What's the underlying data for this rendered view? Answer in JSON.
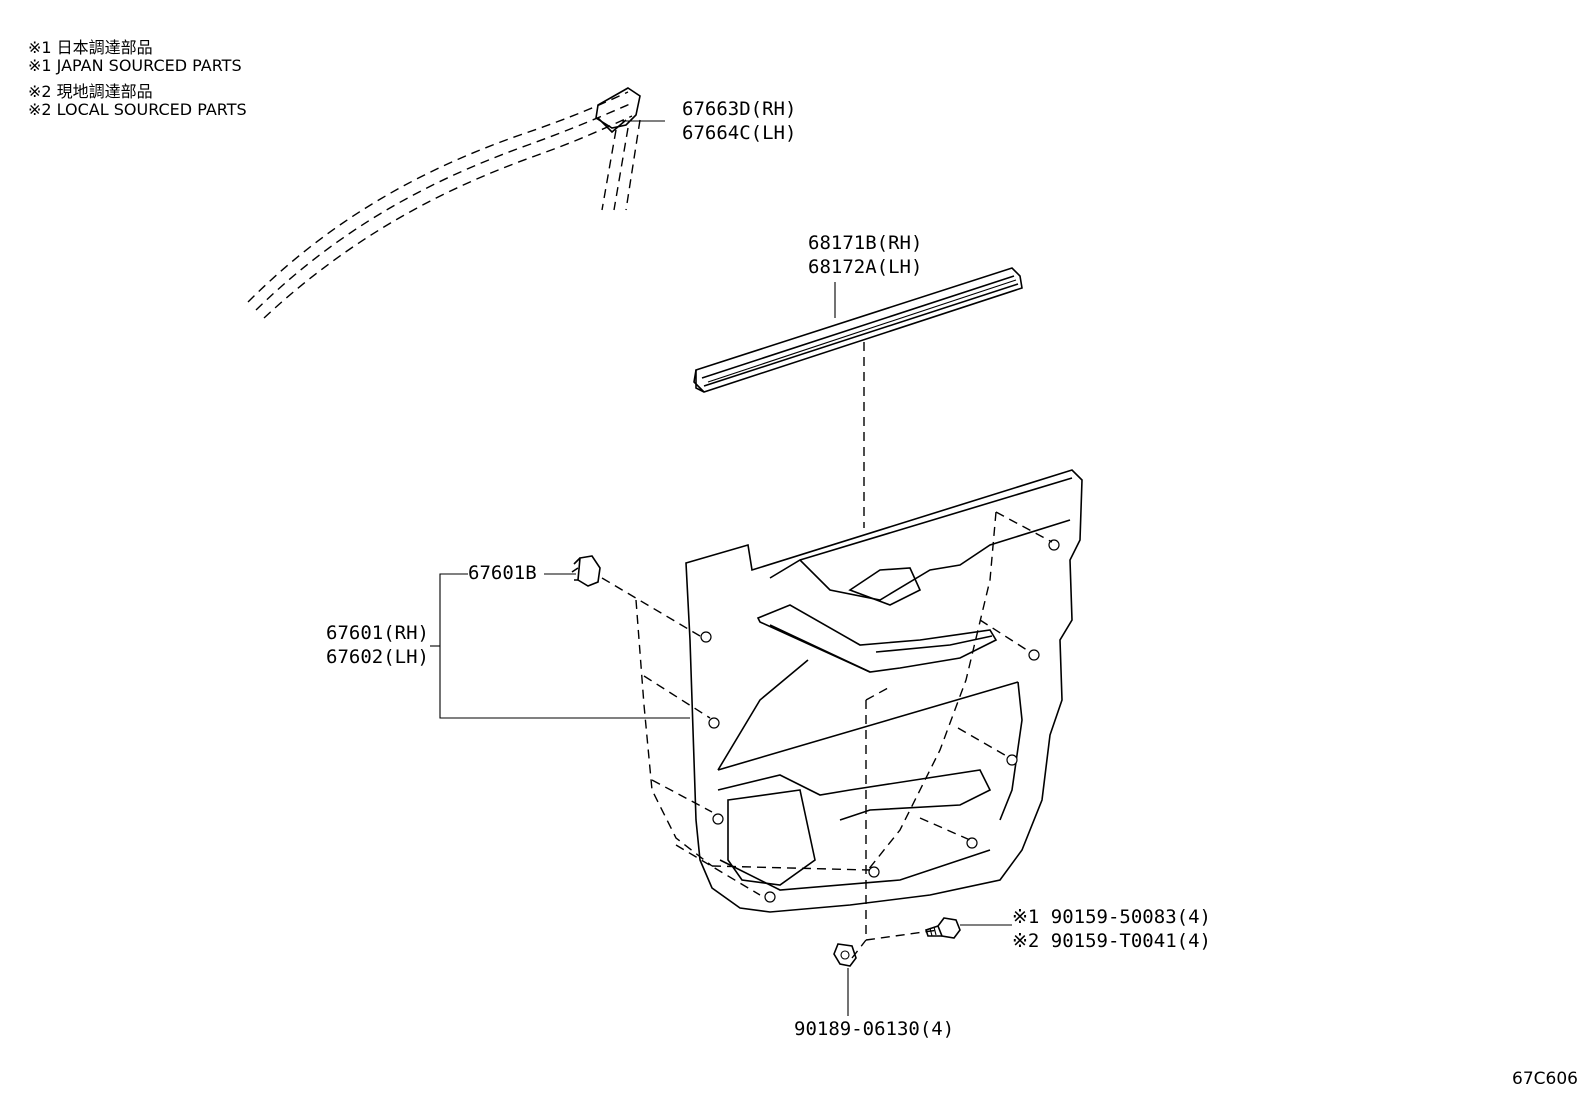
{
  "notes": [
    "※1 日本調達部品",
    "※1 JAPAN SOURCED PARTS",
    "※2 現地調達部品",
    "※2 LOCAL SOURCED PARTS"
  ],
  "parts": {
    "moulding_rh": "67663D(RH)",
    "moulding_lh": "67664C(LH)",
    "weatherstrip_rh": "68171B(RH)",
    "weatherstrip_lh": "68172A(LH)",
    "clip": "67601B",
    "trim_rh": "67601(RH)",
    "trim_lh": "67602(LH)",
    "screw_japan": "※1 90159-50083(4)",
    "screw_local": "※2 90159-T0041(4)",
    "nut": "90189-06130(4)"
  },
  "diagram_code": "67C606"
}
